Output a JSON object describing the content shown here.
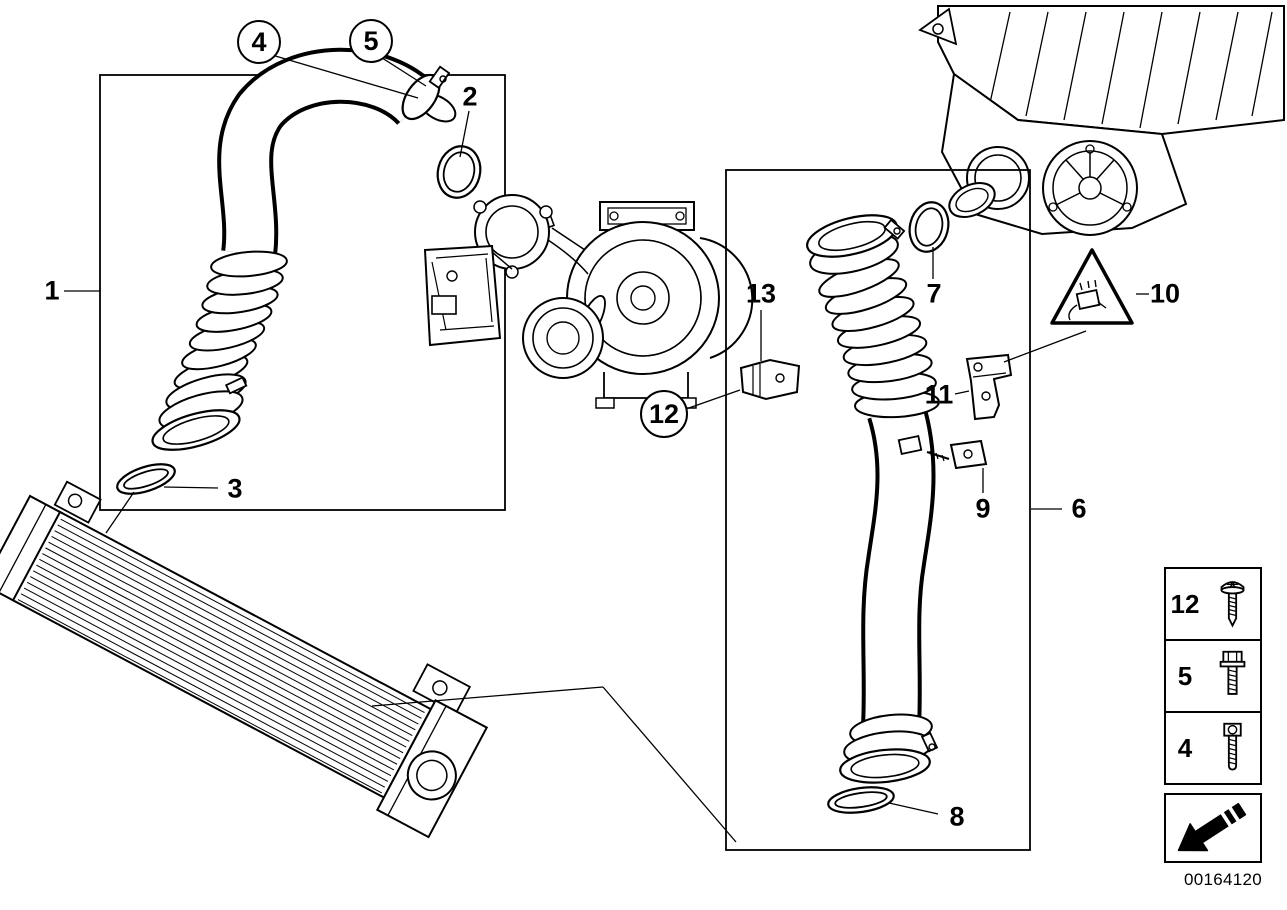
{
  "diagram": {
    "doc_number": "00164120",
    "callouts": {
      "c1": "1",
      "c2": "2",
      "c3": "3",
      "c4": "4",
      "c5": "5",
      "c6": "6",
      "c7": "7",
      "c8": "8",
      "c9": "9",
      "c10": "10",
      "c11": "11",
      "c12": "12",
      "c13": "13"
    },
    "circled_callouts": [
      "4",
      "5",
      "12"
    ],
    "legend": {
      "rows": [
        {
          "label": "12",
          "icon": "pan-head-screw-icon"
        },
        {
          "label": "5",
          "icon": "hex-flange-bolt-icon"
        },
        {
          "label": "4",
          "icon": "cheese-head-screw-icon"
        }
      ],
      "arrow_icon": "direction-arrow-icon"
    },
    "icons": {
      "note": "warning-triangle-connector-icon"
    },
    "colors": {
      "line": "#000000",
      "background": "#ffffff"
    }
  }
}
